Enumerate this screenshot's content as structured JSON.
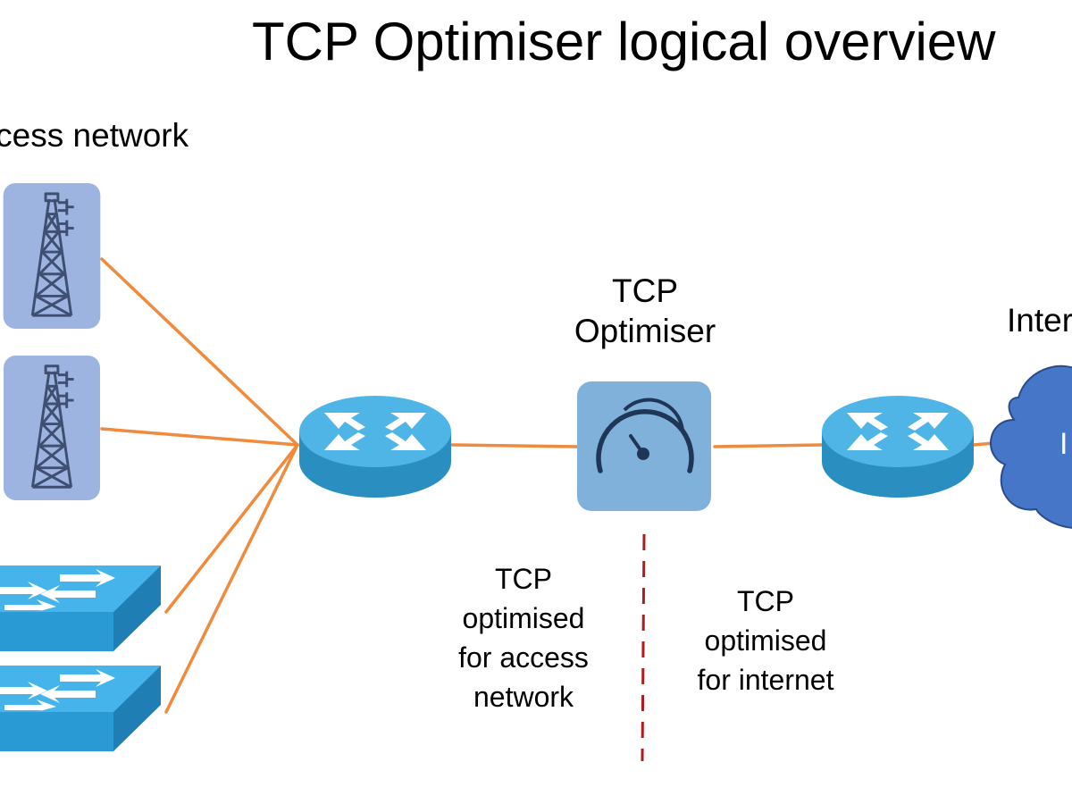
{
  "title": "TCP Optimiser logical overview",
  "access_network": {
    "label": "Access network",
    "cell_towers": [
      {
        "icon": "cell-tower-icon"
      },
      {
        "icon": "cell-tower-icon"
      }
    ],
    "switches": [
      {
        "icon": "switch-icon"
      },
      {
        "icon": "switch-icon"
      }
    ]
  },
  "optimiser": {
    "label_line1": "TCP",
    "label_line2": "Optimiser",
    "icon": "gauge-icon"
  },
  "internet": {
    "label": "Internet",
    "icon": "cloud-icon"
  },
  "notes": {
    "access": [
      "TCP",
      "optimised",
      "for access",
      "network"
    ],
    "internet": [
      "TCP",
      "optimised",
      "for internet"
    ]
  },
  "colors": {
    "link": "#f08a3c",
    "device_blue": "#4fb5e6",
    "device_dark": "#2a8fc0",
    "tower_bg": "#9eb4e0",
    "tower_line": "#3f4f72",
    "gauge_bg": "#7fb1db",
    "gauge_line": "#1f3656",
    "cloud": "#4676c8",
    "divider": "#b01c1c"
  }
}
